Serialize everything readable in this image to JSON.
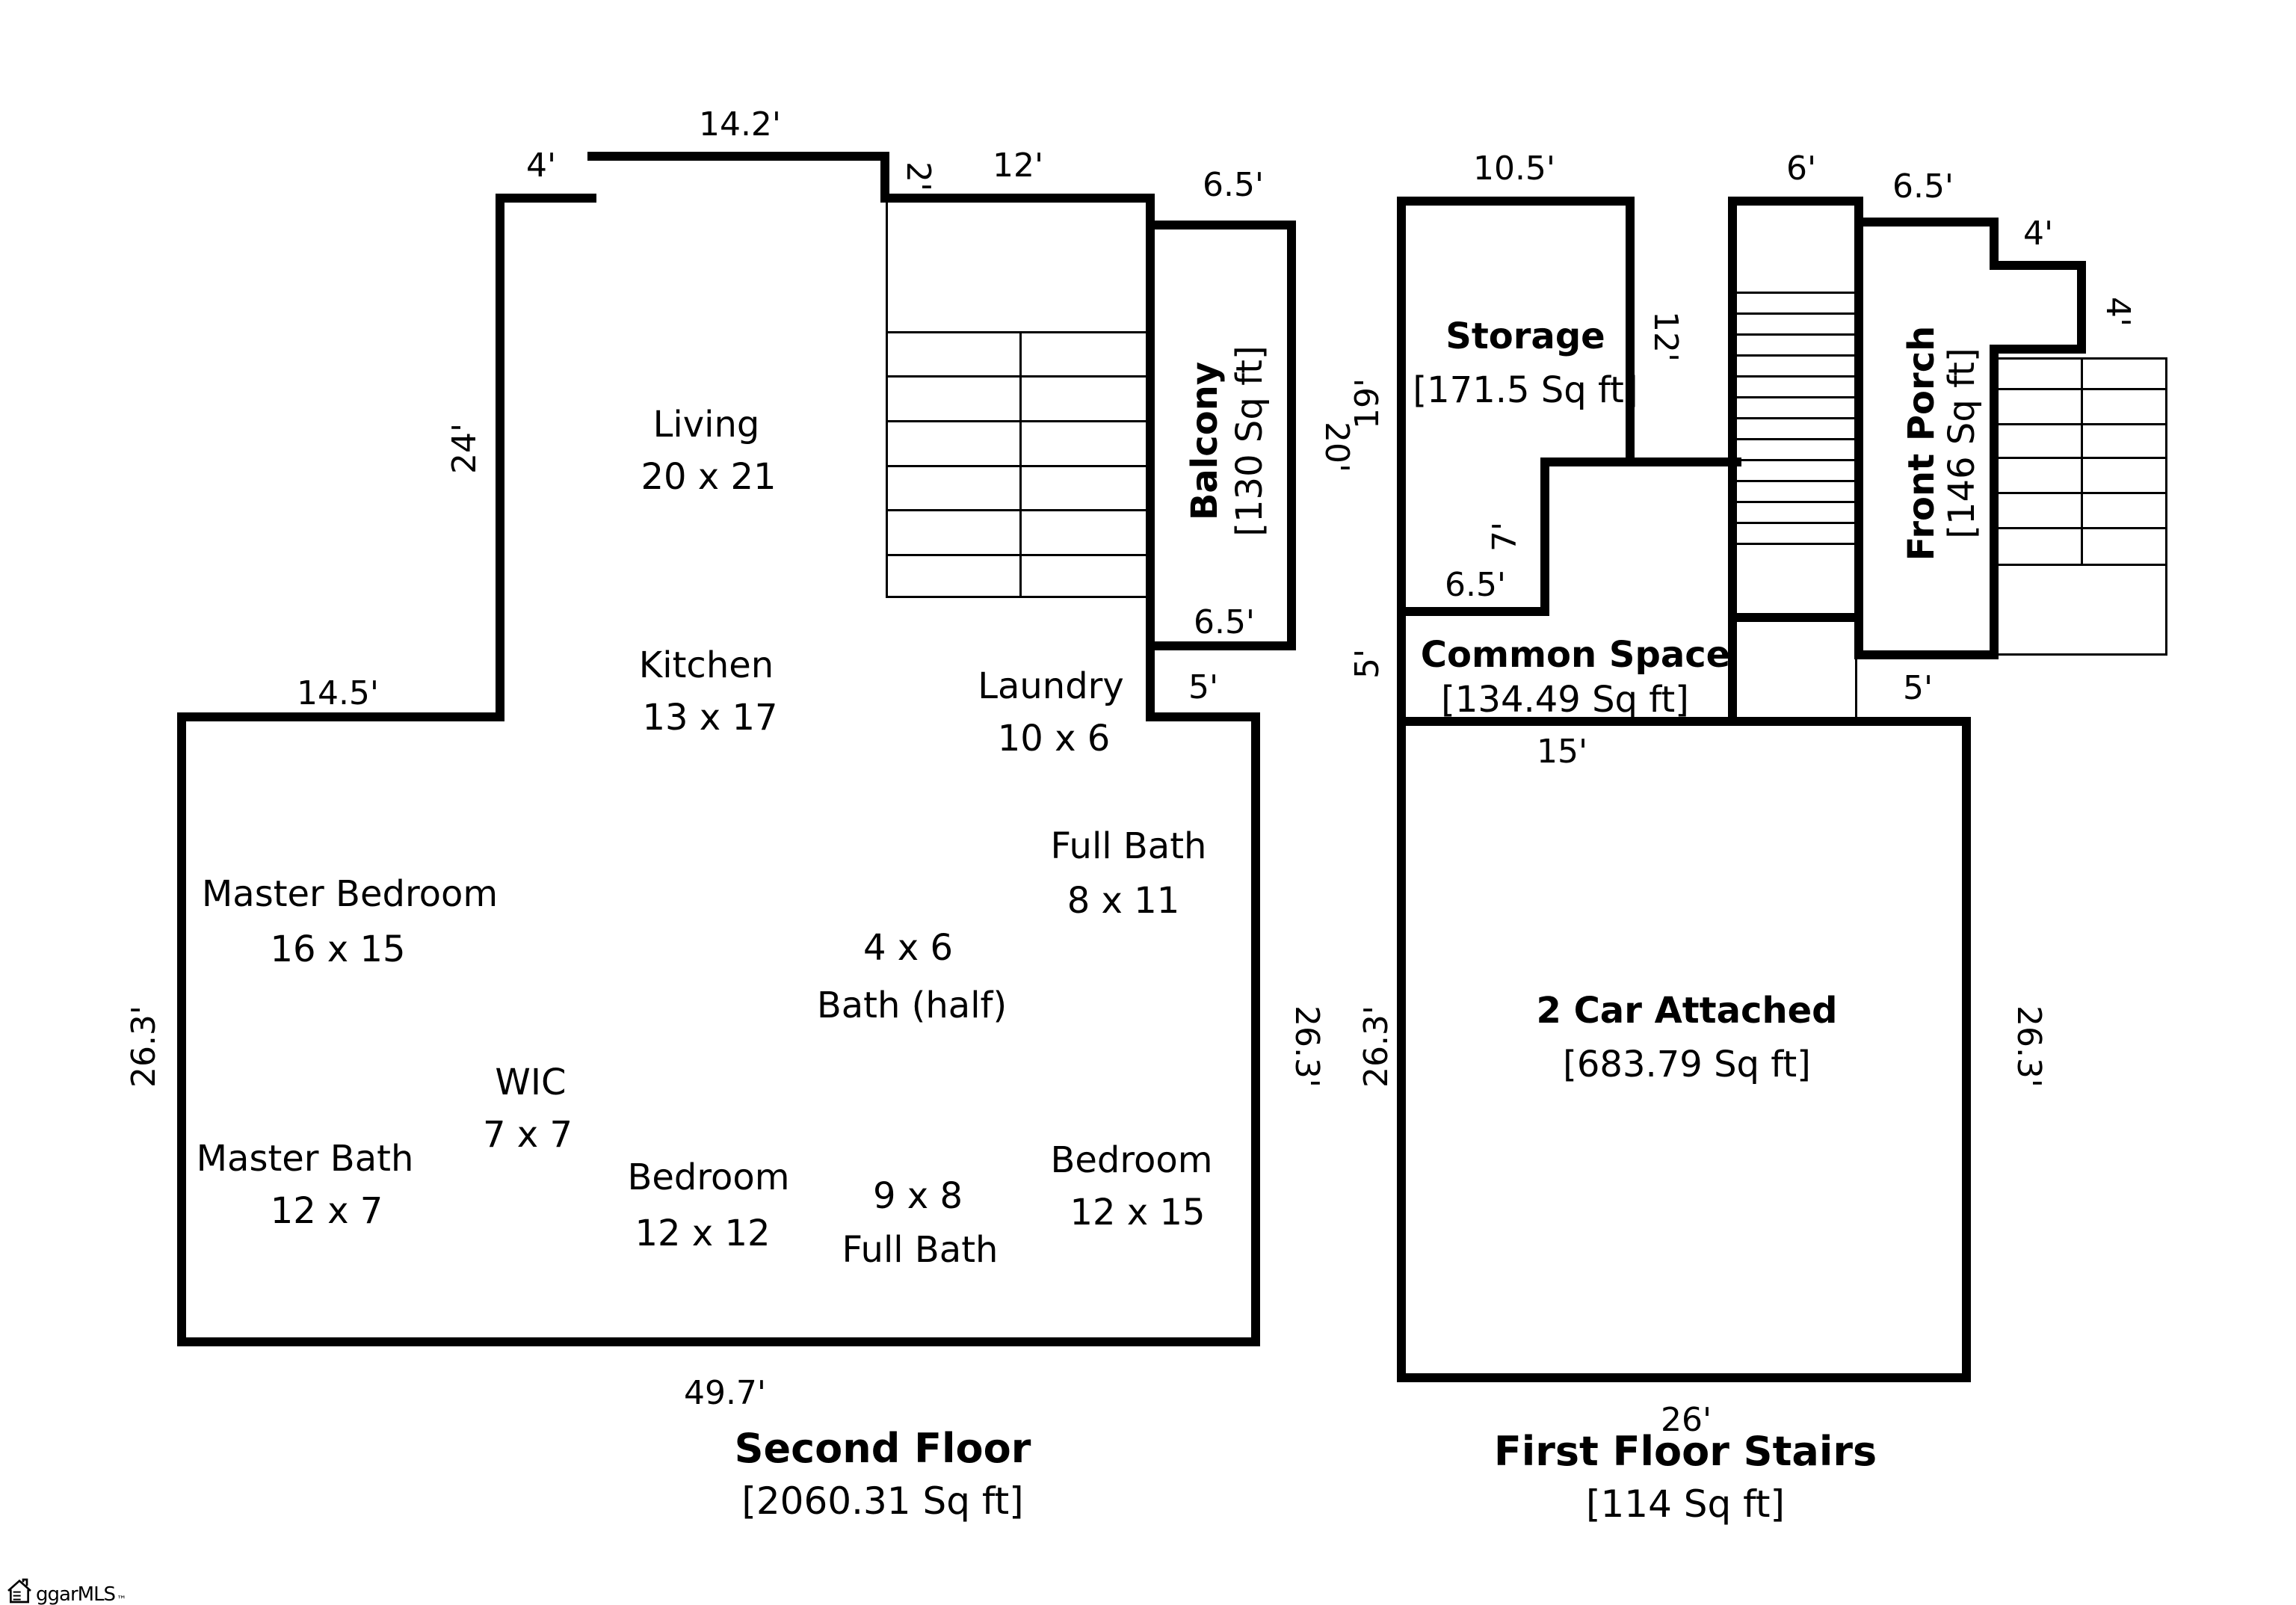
{
  "colors": {
    "ink": "#000000",
    "paper": "#ffffff"
  },
  "floors": {
    "second": {
      "title": "Second Floor",
      "area": "[2060.31 Sq ft]",
      "rooms": {
        "living": {
          "name": "Living",
          "size": "20 x 21"
        },
        "kitchen": {
          "name": "Kitchen",
          "size": "13 x 17"
        },
        "laundry": {
          "name": "Laundry",
          "size": "10 x 6"
        },
        "master_bedroom": {
          "name": "Master Bedroom",
          "size": "16 x 15"
        },
        "full_bath": {
          "name": "Full Bath",
          "size": "8 x 11"
        },
        "half_bath": {
          "name": "4 x 6",
          "size": "Bath (half)"
        },
        "wic": {
          "name": "WIC",
          "size": "7 x 7"
        },
        "master_bath": {
          "name": "Master Bath",
          "size": "12 x 7"
        },
        "bedroom_center": {
          "name": "Bedroom",
          "size": "12 x 12"
        },
        "full_bath_2": {
          "name": "9 x 8",
          "size": "Full Bath"
        },
        "bedroom_right": {
          "name": "Bedroom",
          "size": "12 x 15"
        },
        "balcony": {
          "name": "Balcony",
          "size": "[130 Sq ft]"
        }
      },
      "dims": {
        "top_width": "14.2'",
        "top_step": "4'",
        "stair_notch": "2'",
        "stair_top": "12'",
        "balcony_top": "6.5'",
        "balcony_bottom": "6.5'",
        "balcony_side": "20'",
        "left_upper": "24'",
        "left_shoulder": "14.5'",
        "right_step": "5'",
        "left_lower": "26.3'",
        "right_lower": "26.3'",
        "bottom": "49.7'"
      }
    },
    "first": {
      "title": "First Floor Stairs",
      "area": "[114 Sq ft]",
      "rooms": {
        "storage": {
          "name": "Storage",
          "size": "[171.5 Sq ft]"
        },
        "front_porch": {
          "name": "Front Porch",
          "size": "[146 Sq ft]"
        },
        "common_space": {
          "name": "Common Space",
          "size": "[134.49 Sq ft]"
        },
        "garage": {
          "name": "2 Car Attached",
          "size": "[683.79 Sq ft]"
        }
      },
      "dims": {
        "storage_top": "10.5'",
        "stairs_top": "6'",
        "porch_top": "6.5'",
        "notch_top": "4'",
        "notch_side": "4'",
        "storage_right": "12'",
        "left_upper": "19'",
        "storage_step_side": "7'",
        "storage_step_bottom": "6.5'",
        "left_mid": "5'",
        "entry_gap": "5'",
        "garage_top": "15'",
        "garage_left": "26.3'",
        "garage_right": "26.3'",
        "garage_bottom": "26'"
      }
    }
  },
  "watermark": {
    "brand": "ggarMLS",
    "tm": "™"
  }
}
